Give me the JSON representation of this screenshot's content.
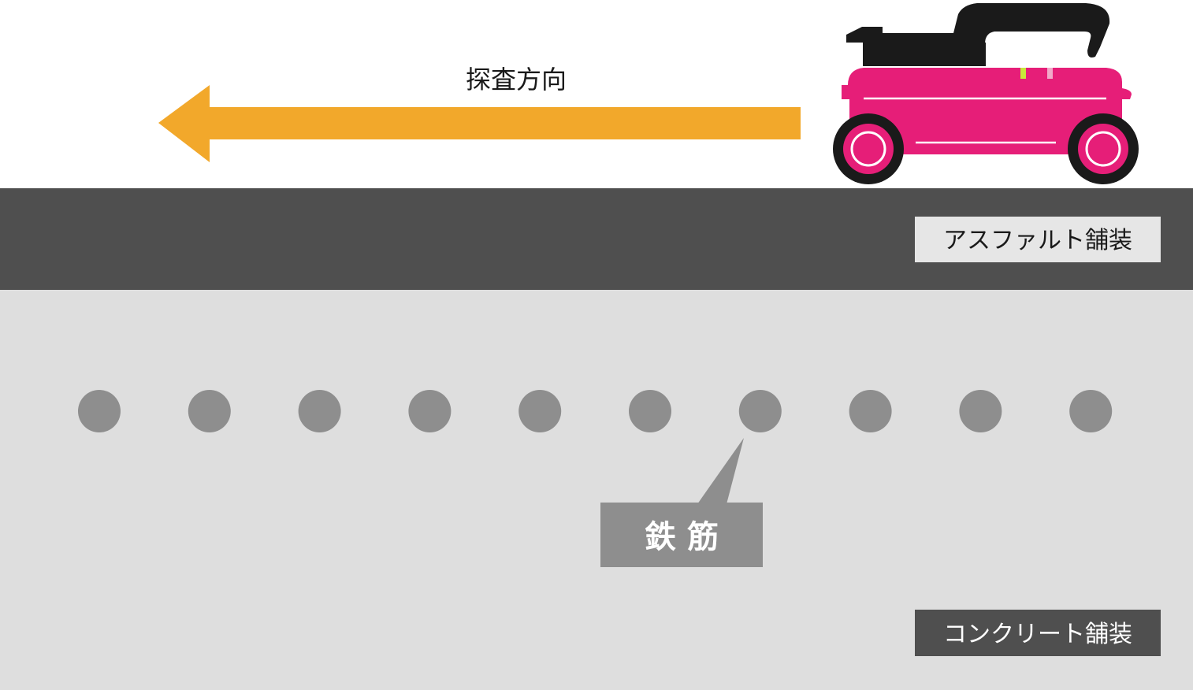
{
  "direction": {
    "label": "探査方向"
  },
  "layers": {
    "asphalt": {
      "label": "アスファルト舗装"
    },
    "concrete": {
      "label": "コンクリート舗装"
    }
  },
  "rebar": {
    "label": "鉄 筋",
    "count": 10
  },
  "colors": {
    "arrow": "#f2a82b",
    "asphalt": "#4f4f4f",
    "concrete": "#dedede",
    "rebar": "#8e8e8e",
    "callout": "#8e8e8e",
    "device_body": "#e61e78",
    "device_handle": "#1a1a1a",
    "light_label_bg": "#e6e6e6",
    "dark_label_bg": "#4f4f4f"
  },
  "icons": {
    "device": "radar-scanner-cart-icon",
    "arrow": "left-arrow-icon"
  }
}
